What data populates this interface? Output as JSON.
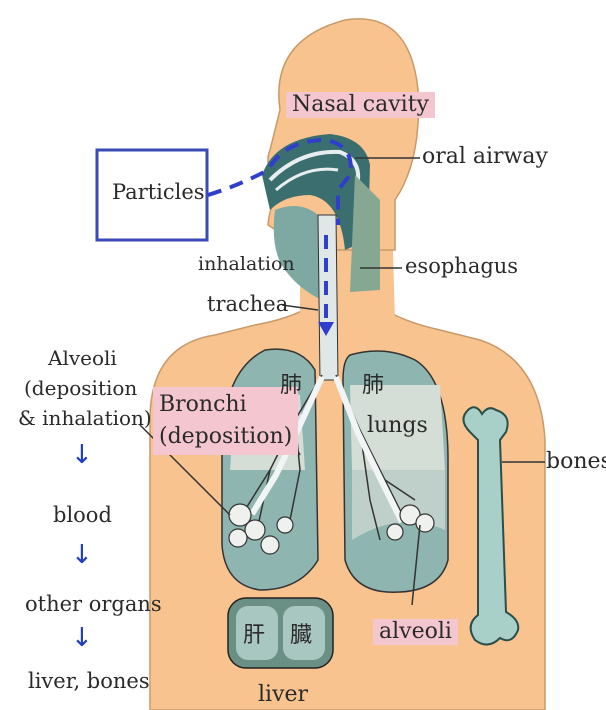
{
  "labels": {
    "nasal_cavity": "Nasal cavity",
    "oral_airway": "oral airway",
    "particles": "Particles",
    "inhalation": "inhalation",
    "esophagus": "esophagus",
    "trachea": "trachea",
    "bronchi_1": "Bronchi",
    "bronchi_2": "(deposition)",
    "lungs": "lungs",
    "bones": "bones",
    "alveoli": "alveoli",
    "liver": "liver"
  },
  "pathway": {
    "alveoli_1": "Alveoli",
    "alveoli_2": "(deposition",
    "alveoli_3": "& inhalation)",
    "blood": "blood",
    "other_organs": "other organs",
    "liver_bones": "liver, bones",
    "arrow": "↓"
  },
  "kanji": {
    "lung_left": "肺",
    "lung_right": "肺",
    "liver_1": "肝",
    "liver_2": "臓"
  },
  "colors": {
    "skin": "#f8c38f",
    "lung": "#8fb5b0",
    "lung_light": "#d4ddd6",
    "outline": "#1e1e1e",
    "particle_box": "#3a4bb5",
    "dash": "#2f3fcc",
    "highlight": "#f4c6cf"
  }
}
